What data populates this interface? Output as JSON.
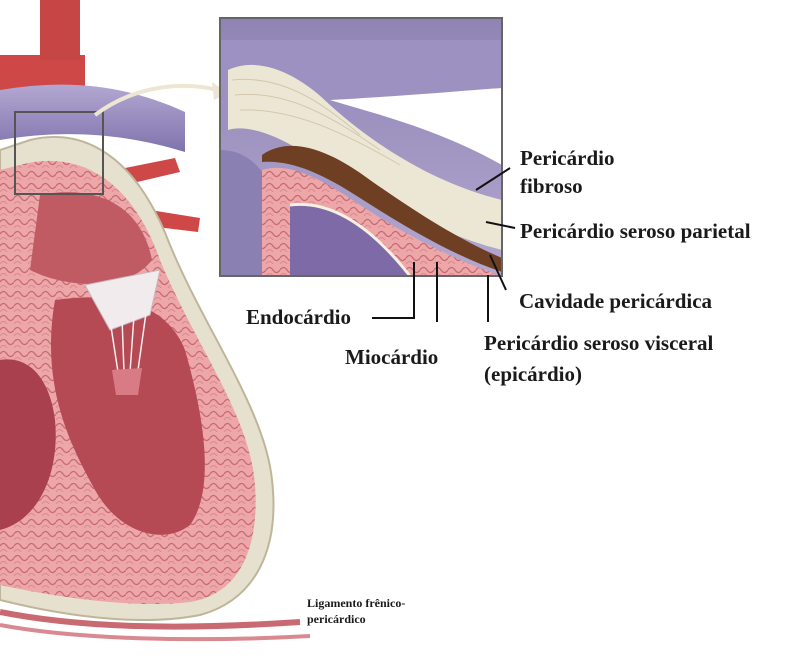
{
  "labels": {
    "pericardio_fibroso_line1": "Pericárdio",
    "pericardio_fibroso_line2": "fibroso",
    "pericardio_seroso_parietal": "Pericárdio seroso parietal",
    "cavidade_pericardica": "Cavidade pericárdica",
    "endocardio": "Endocárdio",
    "miocardio": "Miocárdio",
    "pericardio_seroso_visceral_line1": "Pericárdio seroso visceral",
    "pericardio_seroso_visceral_line2": "(epicárdio)",
    "ligamento_line1": "Ligamento frênico-",
    "ligamento_line2": "pericárdico"
  },
  "colors": {
    "muscle": "#e9a4a4",
    "muscle_dark": "#c96a72",
    "chamber": "#b54a55",
    "vein": "#9c91c0",
    "artery": "#cf4848",
    "pericardium": "#e6e0cf",
    "cavity": "#6e3f22",
    "inset_bg": "#a69ac6"
  }
}
